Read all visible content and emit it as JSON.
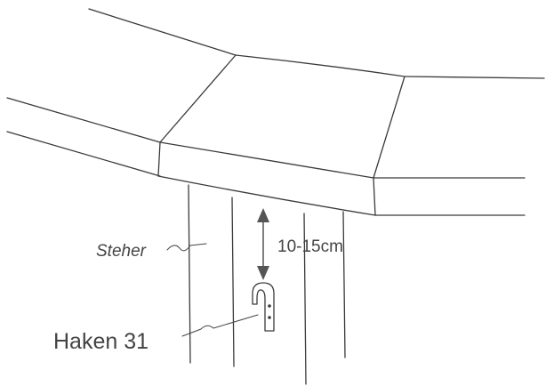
{
  "labels": {
    "steher": "Steher",
    "dimension": "10-15cm",
    "haken": "Haken 31"
  },
  "colors": {
    "line": "#3a3a3a",
    "arrow": "#555555",
    "text": "#444444"
  }
}
